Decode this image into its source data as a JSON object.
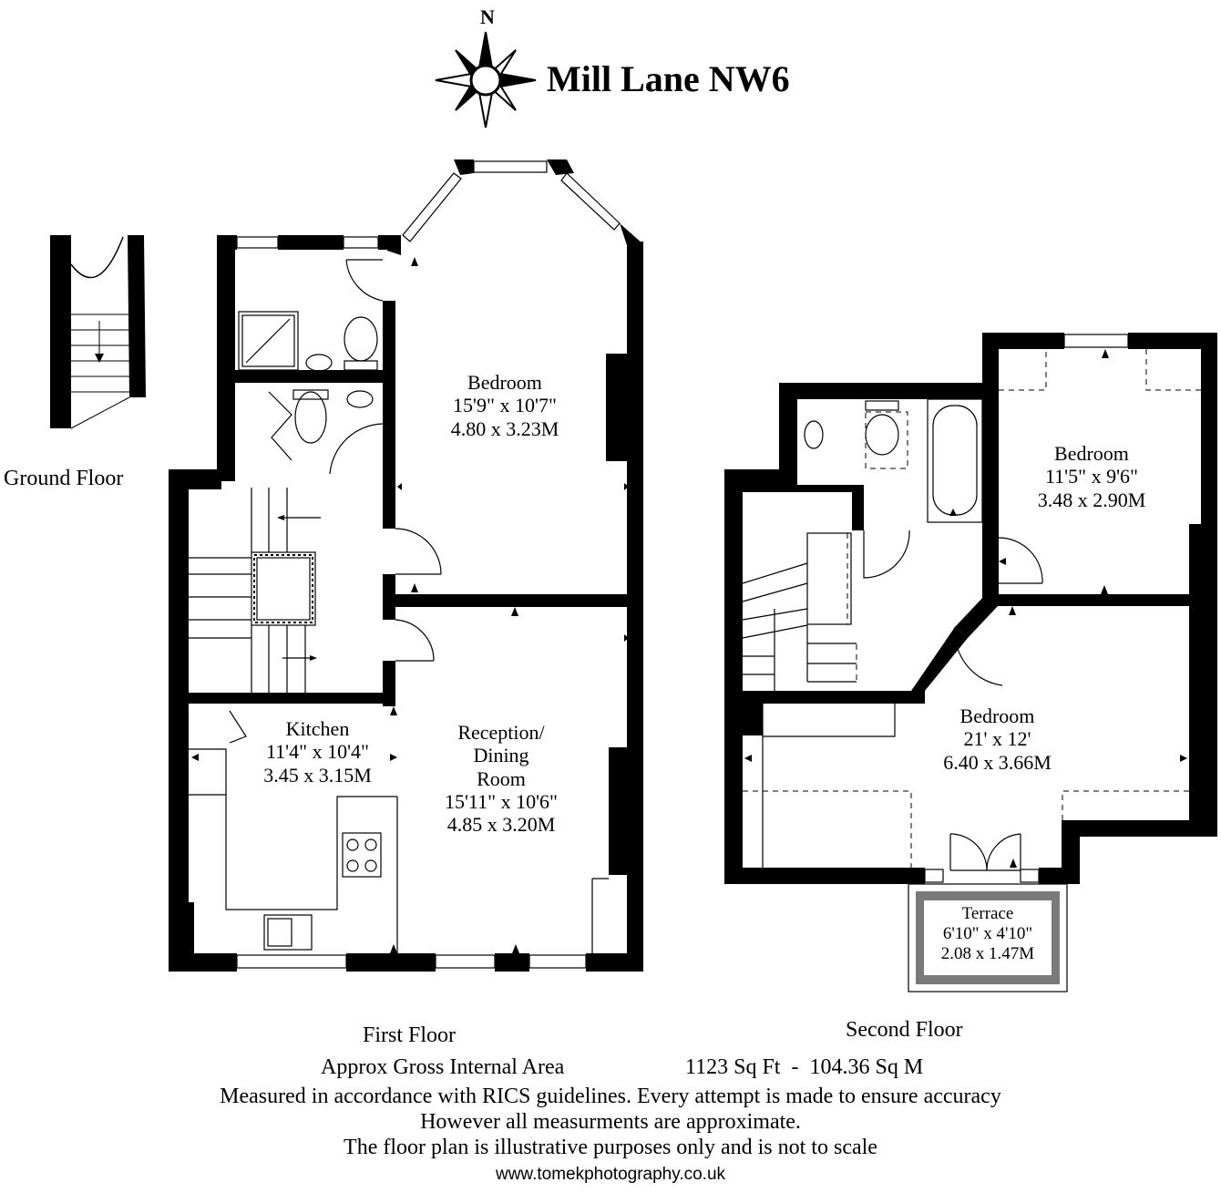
{
  "title": "Mill Lane NW6",
  "compass": {
    "north_label": "N",
    "icon": "compass-rose-icon"
  },
  "floors": {
    "ground": "Ground Floor",
    "first": "First Floor",
    "second": "Second Floor"
  },
  "rooms": {
    "first_bedroom": {
      "name": "Bedroom",
      "imperial": "15'9\" x 10'7\"",
      "metric": "4.80 x 3.23M"
    },
    "kitchen": {
      "name": "Kitchen",
      "imperial": "11'4\" x 10'4\"",
      "metric": "3.45 x 3.15M"
    },
    "reception": {
      "name_line1": "Reception/",
      "name_line2": "Dining",
      "name_line3": "Room",
      "imperial": "15'11\" x 10'6\"",
      "metric": "4.85 x 3.20M"
    },
    "second_bedroom_1": {
      "name": "Bedroom",
      "imperial": "11'5\" x 9'6\"",
      "metric": "3.48 x 2.90M"
    },
    "second_bedroom_2": {
      "name": "Bedroom",
      "imperial": "21' x 12'",
      "metric": "6.40 x 3.66M"
    },
    "terrace": {
      "name": "Terrace",
      "imperial": "6'10\" x 4'10\"",
      "metric": "2.08 x 1.47M"
    }
  },
  "footer": {
    "area_label": "Approx Gross Internal Area",
    "area_value": "1123 Sq Ft  -  104.36 Sq M",
    "line1": "Measured in accordance with RICS guidelines. Every attempt is made to ensure accuracy",
    "line2": "However all measurments are approximate.",
    "line3": "The floor plan is illustrative purposes only and is not to scale",
    "website": "www.tomekphotography.co.uk"
  },
  "colors": {
    "wall": "#000000",
    "terrace_fill": "#7a7a7a",
    "background": "#ffffff"
  }
}
